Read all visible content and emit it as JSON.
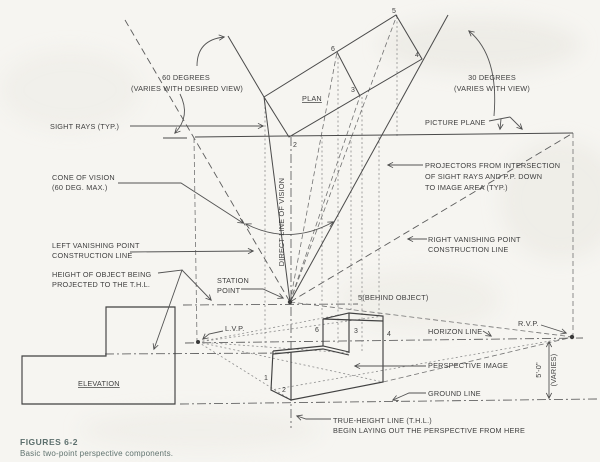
{
  "colors": {
    "ink": "#3a3a3a",
    "caption": "#5c6f6d",
    "background": "#f6f5f1"
  },
  "labels": {
    "deg60_1": "60 DEGREES",
    "deg60_2": "(VARIES WITH DESIRED VIEW)",
    "deg30_1": "30 DEGREES",
    "deg30_2": "(VARIES WITH VIEW)",
    "sight_rays": "SIGHT RAYS (TYP.)",
    "picture_plane": "PICTURE PLANE",
    "cone_1": "CONE OF VISION",
    "cone_2": "(60 DEG. MAX.)",
    "plan": "PLAN",
    "projectors_1": "PROJECTORS FROM INTERSECTION",
    "projectors_2": "OF SIGHT RAYS AND P.P. DOWN",
    "projectors_3": "TO IMAGE AREA (TYP.)",
    "direct_line_of_vision": "DIRECT LINE OF VISION",
    "lvp_cl_1": "LEFT VANISHING POINT",
    "lvp_cl_2": "CONSTRUCTION LINE",
    "rvp_cl_1": "RIGHT VANISHING POINT",
    "rvp_cl_2": "CONSTRUCTION LINE",
    "height_1": "HEIGHT OF OBJECT BEING",
    "height_2": "PROJECTED TO THE T.H.L.",
    "station_1": "STATION",
    "station_2": "POINT",
    "behind": "5(BEHIND OBJECT)",
    "lvp": "L.V.P.",
    "rvp": "R.V.P.",
    "horizon": "HORIZON LINE",
    "perspective_image": "PERSPECTIVE IMAGE",
    "ground": "GROUND LINE",
    "elevation": "ELEVATION",
    "thl_1": "TRUE-HEIGHT LINE (T.H.L.)",
    "thl_2": "BEGIN LAYING OUT THE PERSPECTIVE FROM HERE",
    "dim_1": "5'-0\"",
    "dim_2": "(VARIES)"
  },
  "plan_points": [
    "5",
    "6",
    "4",
    "3",
    "2"
  ],
  "image_points": [
    "6",
    "3",
    "4",
    "1",
    "2"
  ],
  "figure": {
    "number": "FIGURES 6-2",
    "caption": "Basic two-point perspective components."
  }
}
